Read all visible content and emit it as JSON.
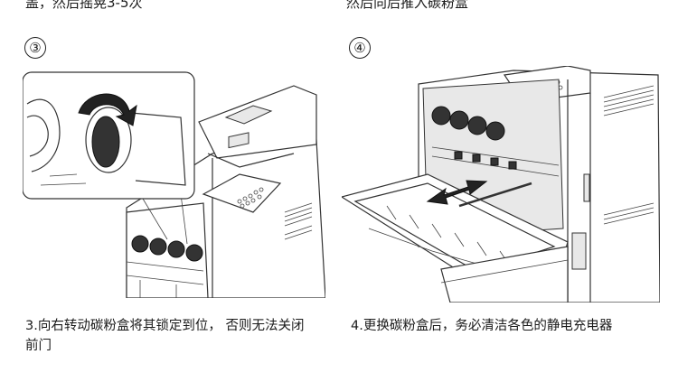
{
  "top": {
    "left_text": "盖，然后摇晃3-5次",
    "right_text": "然后向后推入碳粉盒"
  },
  "steps": [
    {
      "number": "③",
      "caption": "3.向右转动碳粉盒将其锁定到位， 否则无法关闭前门"
    },
    {
      "number": "④",
      "caption": "4.更换碳粉盒后，务必清洁各色的静电充电器"
    }
  ]
}
